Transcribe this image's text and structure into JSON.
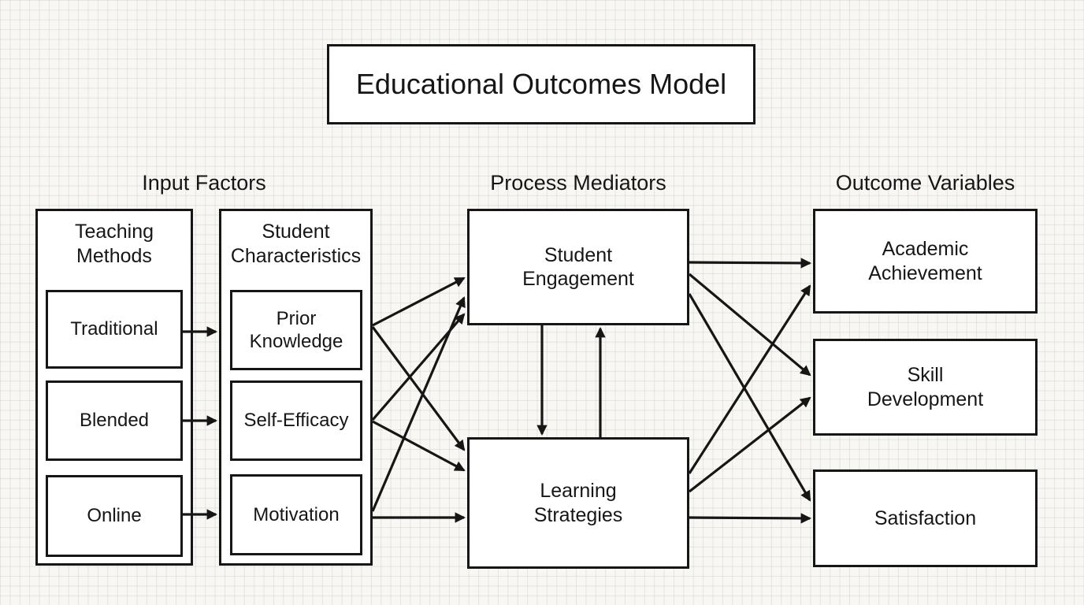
{
  "title": "Educational Outcomes Model",
  "columns": {
    "input": {
      "header": "Input Factors",
      "groups": [
        {
          "label": "Teaching\nMethods",
          "items": [
            "Traditional",
            "Blended",
            "Online"
          ]
        },
        {
          "label": "Student\nCharacteristics",
          "items": [
            "Prior\nKnowledge",
            "Self-Efficacy",
            "Motivation"
          ]
        }
      ]
    },
    "process": {
      "header": "Process Mediators",
      "nodes": [
        "Student\nEngagement",
        "Learning\nStrategies"
      ]
    },
    "outcome": {
      "header": "Outcome Variables",
      "nodes": [
        "Academic\nAchievement",
        "Skill\nDevelopment",
        "Satisfaction"
      ]
    }
  },
  "edges": [
    {
      "from": "Traditional",
      "to": "Prior Knowledge"
    },
    {
      "from": "Blended",
      "to": "Self-Efficacy"
    },
    {
      "from": "Online",
      "to": "Motivation"
    },
    {
      "from": "Prior Knowledge",
      "to": "Student Engagement"
    },
    {
      "from": "Prior Knowledge",
      "to": "Learning Strategies"
    },
    {
      "from": "Self-Efficacy",
      "to": "Student Engagement"
    },
    {
      "from": "Self-Efficacy",
      "to": "Learning Strategies"
    },
    {
      "from": "Motivation",
      "to": "Student Engagement"
    },
    {
      "from": "Motivation",
      "to": "Learning Strategies"
    },
    {
      "from": "Student Engagement",
      "to": "Learning Strategies"
    },
    {
      "from": "Learning Strategies",
      "to": "Student Engagement"
    },
    {
      "from": "Student Engagement",
      "to": "Academic Achievement"
    },
    {
      "from": "Student Engagement",
      "to": "Skill Development"
    },
    {
      "from": "Student Engagement",
      "to": "Satisfaction"
    },
    {
      "from": "Learning Strategies",
      "to": "Academic Achievement"
    },
    {
      "from": "Learning Strategies",
      "to": "Skill Development"
    },
    {
      "from": "Learning Strategies",
      "to": "Satisfaction"
    }
  ],
  "colors": {
    "ink": "#161616",
    "box_fill": "#ffffff",
    "background": "#f8f7f4",
    "grid_line": "#e3e2df"
  }
}
